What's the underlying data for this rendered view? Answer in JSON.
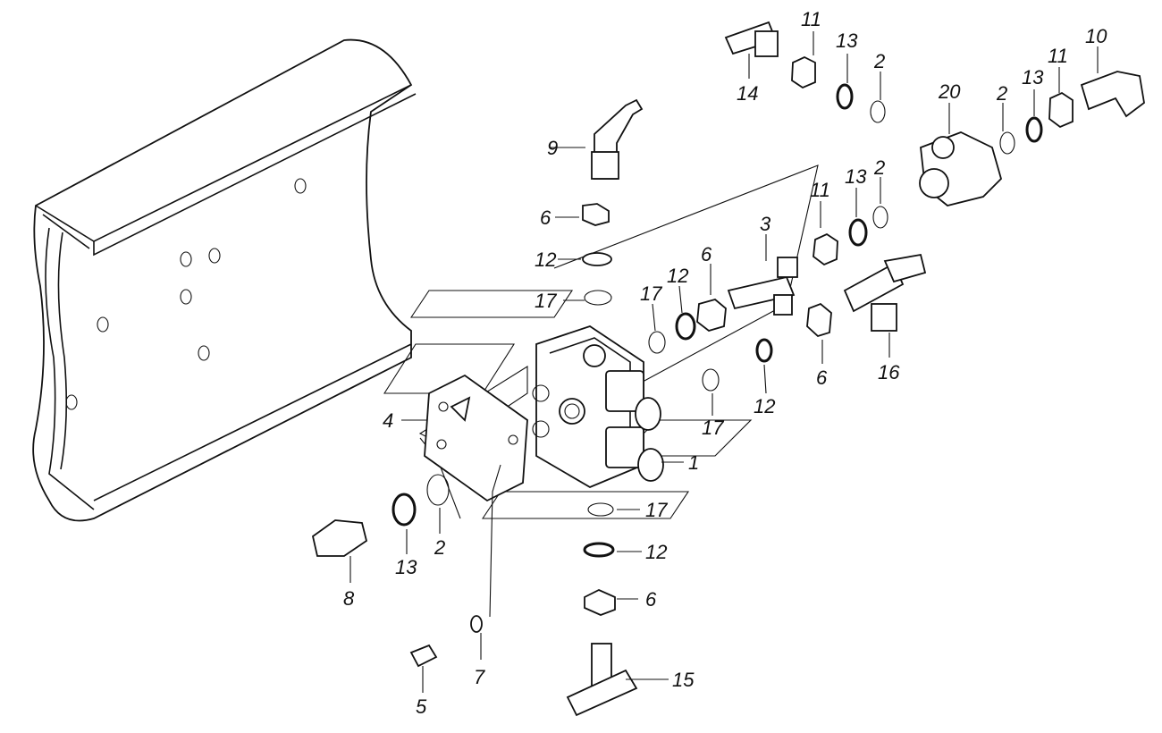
{
  "labels": {
    "l1": "1",
    "l2a": "2",
    "l2b": "2",
    "l2c": "2",
    "l2d": "2",
    "l3": "3",
    "l4": "4",
    "l5": "5",
    "l6a": "6",
    "l6b": "6",
    "l6c": "6",
    "l6d": "6",
    "l7": "7",
    "l8": "8",
    "l9": "9",
    "l10": "10",
    "l11a": "11",
    "l11b": "11",
    "l11c": "11",
    "l12a": "12",
    "l12b": "12",
    "l12c": "12",
    "l12d": "12",
    "l13a": "13",
    "l13b": "13",
    "l13c": "13",
    "l13d": "13",
    "l14": "14",
    "l15": "15",
    "l16": "16",
    "l17a": "17",
    "l17b": "17",
    "l17c": "17",
    "l17d": "17",
    "l20": "20"
  }
}
